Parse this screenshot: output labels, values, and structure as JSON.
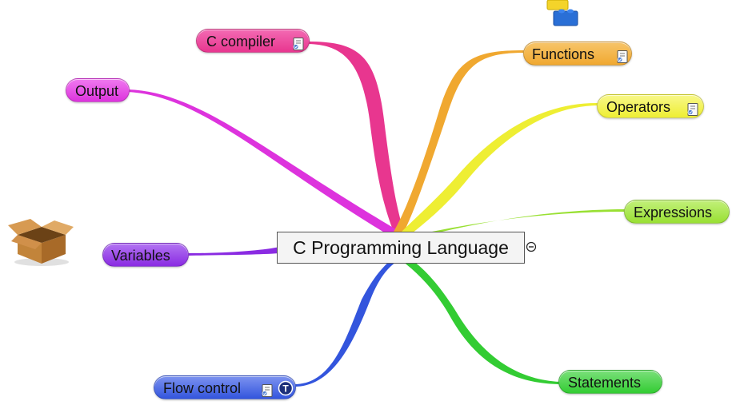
{
  "map": {
    "center": {
      "label": "C Programming Language"
    },
    "branches": [
      {
        "id": "c-compiler",
        "label": "C compiler",
        "color": "#e8368f",
        "has_note": true
      },
      {
        "id": "output",
        "label": "Output",
        "color": "#dd33dd",
        "has_note": false
      },
      {
        "id": "variables",
        "label": "Variables",
        "color": "#8a2be2",
        "has_note": false
      },
      {
        "id": "flow-control",
        "label": "Flow control",
        "color": "#3355dd",
        "has_note": true,
        "has_topic_badge": true
      },
      {
        "id": "functions",
        "label": "Functions",
        "color": "#f0a830",
        "has_note": true
      },
      {
        "id": "operators",
        "label": "Operators",
        "color": "#eeee33",
        "has_note": true
      },
      {
        "id": "expressions",
        "label": "Expressions",
        "color": "#99e033",
        "has_note": false
      },
      {
        "id": "statements",
        "label": "Statements",
        "color": "#33cc33",
        "has_note": false
      }
    ],
    "decorations": {
      "box_icon": "open-box-icon",
      "lego_icon": "lego-bricks-icon",
      "collapse_icon": "collapse-minus-icon",
      "topic_badge_text": "T"
    }
  }
}
